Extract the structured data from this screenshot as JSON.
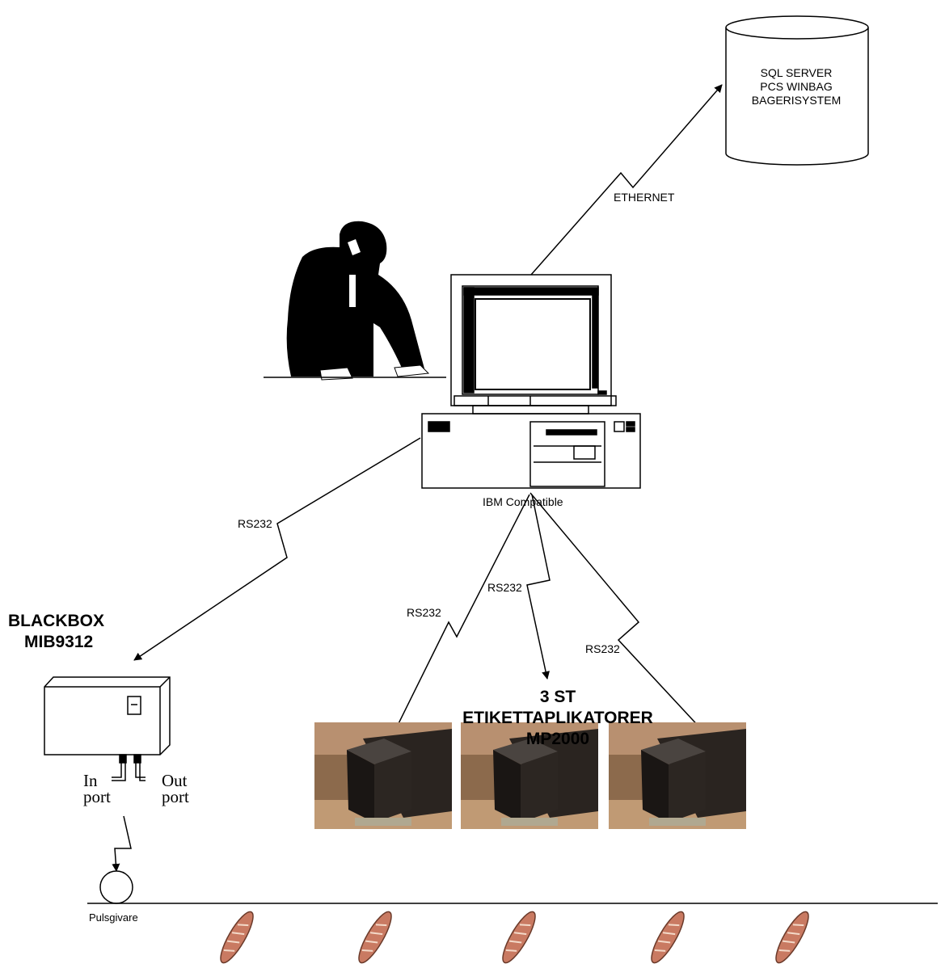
{
  "database": {
    "line1": "SQL  SERVER",
    "line2": "PCS WINBAG",
    "line3": "BAGERISYSTEM"
  },
  "links": {
    "ethernet": "ETHERNET",
    "rs232_blackbox": "RS232",
    "rs232_left": "RS232",
    "rs232_center": "RS232",
    "rs232_right": "RS232"
  },
  "computer": {
    "label": "IBM Compatible"
  },
  "blackbox": {
    "title_line1": "BLACKBOX",
    "title_line2": "MIB9312",
    "in_port_line1": "In",
    "in_port_line2": "port",
    "out_port_line1": "Out",
    "out_port_line2": "port"
  },
  "applicators": {
    "title_line1": "3 ST",
    "title_line2": "ETIKETTAPLIKATORER",
    "title_line3": "MP2000"
  },
  "sensor": {
    "label": "Pulsgivare"
  },
  "colors": {
    "line": "#000000",
    "bread": "#c97a62",
    "photo_bg": "#8a6a4a"
  }
}
